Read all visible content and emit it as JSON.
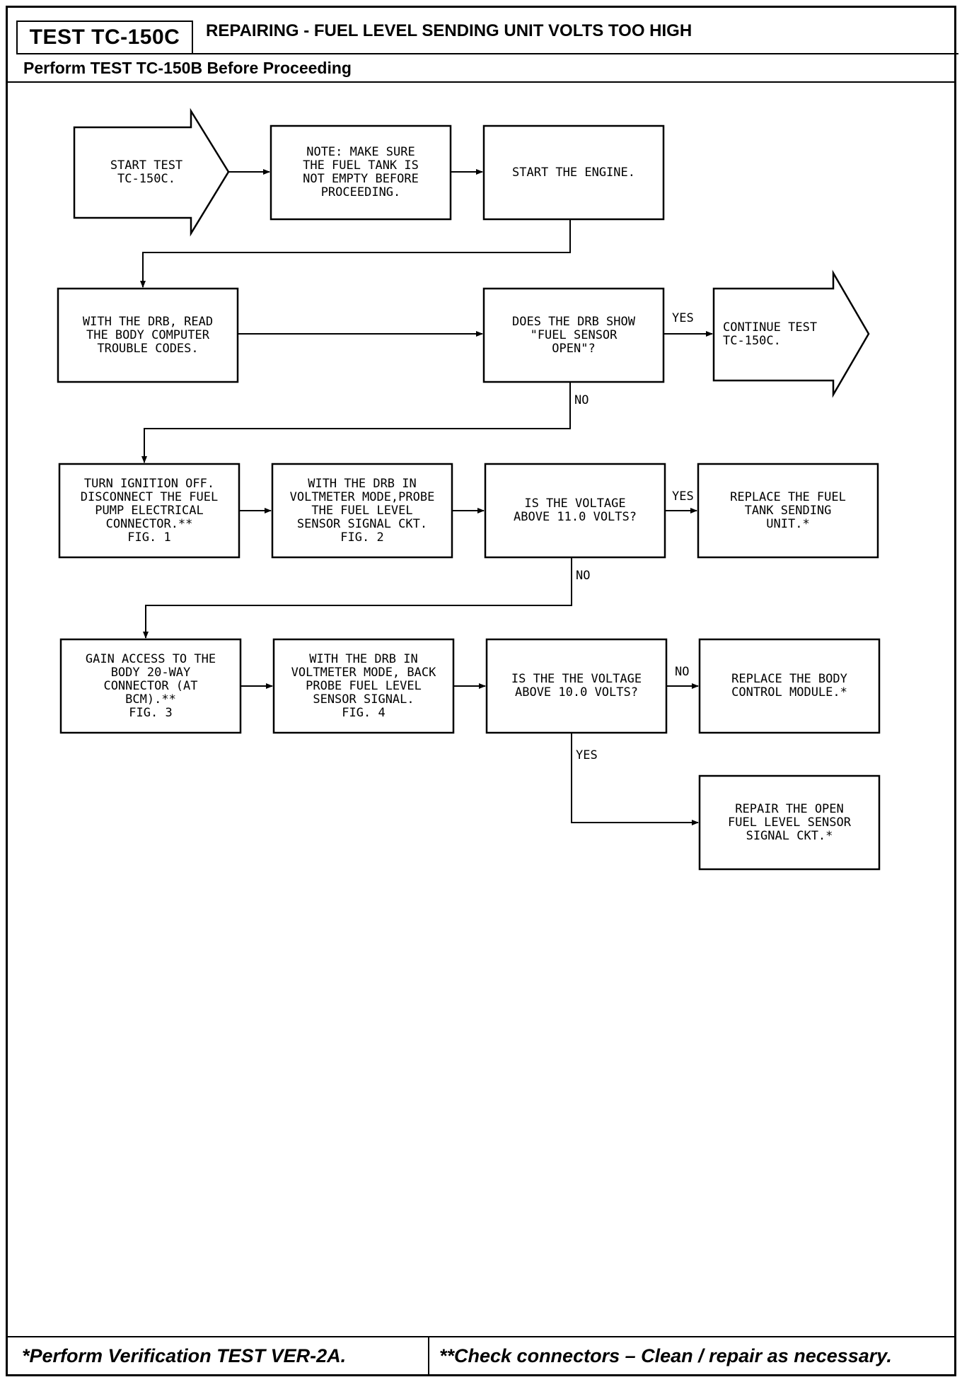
{
  "header": {
    "test_id": "TEST TC-150C",
    "title": "REPAIRING - FUEL LEVEL SENDING UNIT VOLTS TOO HIGH",
    "prerequisite": "Perform TEST TC-150B Before Proceeding"
  },
  "footer": {
    "note_single_star": "*Perform Verification TEST VER-2A.",
    "note_double_star": "**Check connectors – Clean / repair as necessary."
  },
  "flow": {
    "start": "START TEST\nTC-150C.",
    "note_fuel_tank": "NOTE: MAKE SURE\nTHE FUEL TANK IS\nNOT EMPTY BEFORE\nPROCEEDING.",
    "start_engine": "START THE ENGINE.",
    "read_codes": "WITH THE DRB, READ\nTHE BODY COMPUTER\nTROUBLE CODES.",
    "q_sensor_open": "DOES THE DRB SHOW\n\"FUEL SENSOR\nOPEN\"?",
    "continue_test": "CONTINUE TEST\nTC-150C.",
    "ignition_off": "TURN IGNITION OFF.\nDISCONNECT THE FUEL\nPUMP ELECTRICAL\nCONNECTOR.**\nFIG. 1",
    "probe_signal": "WITH THE DRB IN\nVOLTMETER MODE,PROBE\nTHE FUEL LEVEL\nSENSOR SIGNAL CKT.\nFIG. 2",
    "q_above_11": "IS THE VOLTAGE\nABOVE 11.0 VOLTS?",
    "replace_sending_unit": "REPLACE THE FUEL\nTANK SENDING\nUNIT.*",
    "access_connector": "GAIN ACCESS TO THE\nBODY 20-WAY\nCONNECTOR (AT\nBCM).**\nFIG. 3",
    "back_probe": "WITH THE DRB IN\nVOLTMETER MODE, BACK\nPROBE FUEL LEVEL\nSENSOR SIGNAL.\nFIG. 4",
    "q_above_10": "IS THE THE VOLTAGE\nABOVE 10.0 VOLTS?",
    "replace_bcm": "REPLACE THE BODY\nCONTROL MODULE.*",
    "repair_open": "REPAIR THE OPEN\nFUEL LEVEL SENSOR\nSIGNAL CKT.*",
    "labels": {
      "yes": "YES",
      "no": "NO"
    }
  }
}
